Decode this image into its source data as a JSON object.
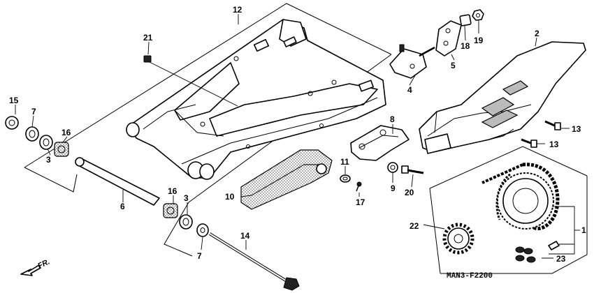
{
  "figure": {
    "code": "MAN3-F2200",
    "direction_label": "FR."
  },
  "callouts": {
    "n1": "1",
    "n2": "2",
    "n3a": "3",
    "n3b": "3",
    "n4": "4",
    "n5": "5",
    "n6": "6",
    "n7a": "7",
    "n7b": "7",
    "n8": "8",
    "n9": "9",
    "n10": "10",
    "n11": "11",
    "n12": "12",
    "n13a": "13",
    "n13b": "13",
    "n14": "14",
    "n15": "15",
    "n16a": "16",
    "n16b": "16",
    "n17": "17",
    "n18": "18",
    "n19": "19",
    "n20": "20",
    "n21": "21",
    "n22": "22",
    "n23": "23"
  }
}
